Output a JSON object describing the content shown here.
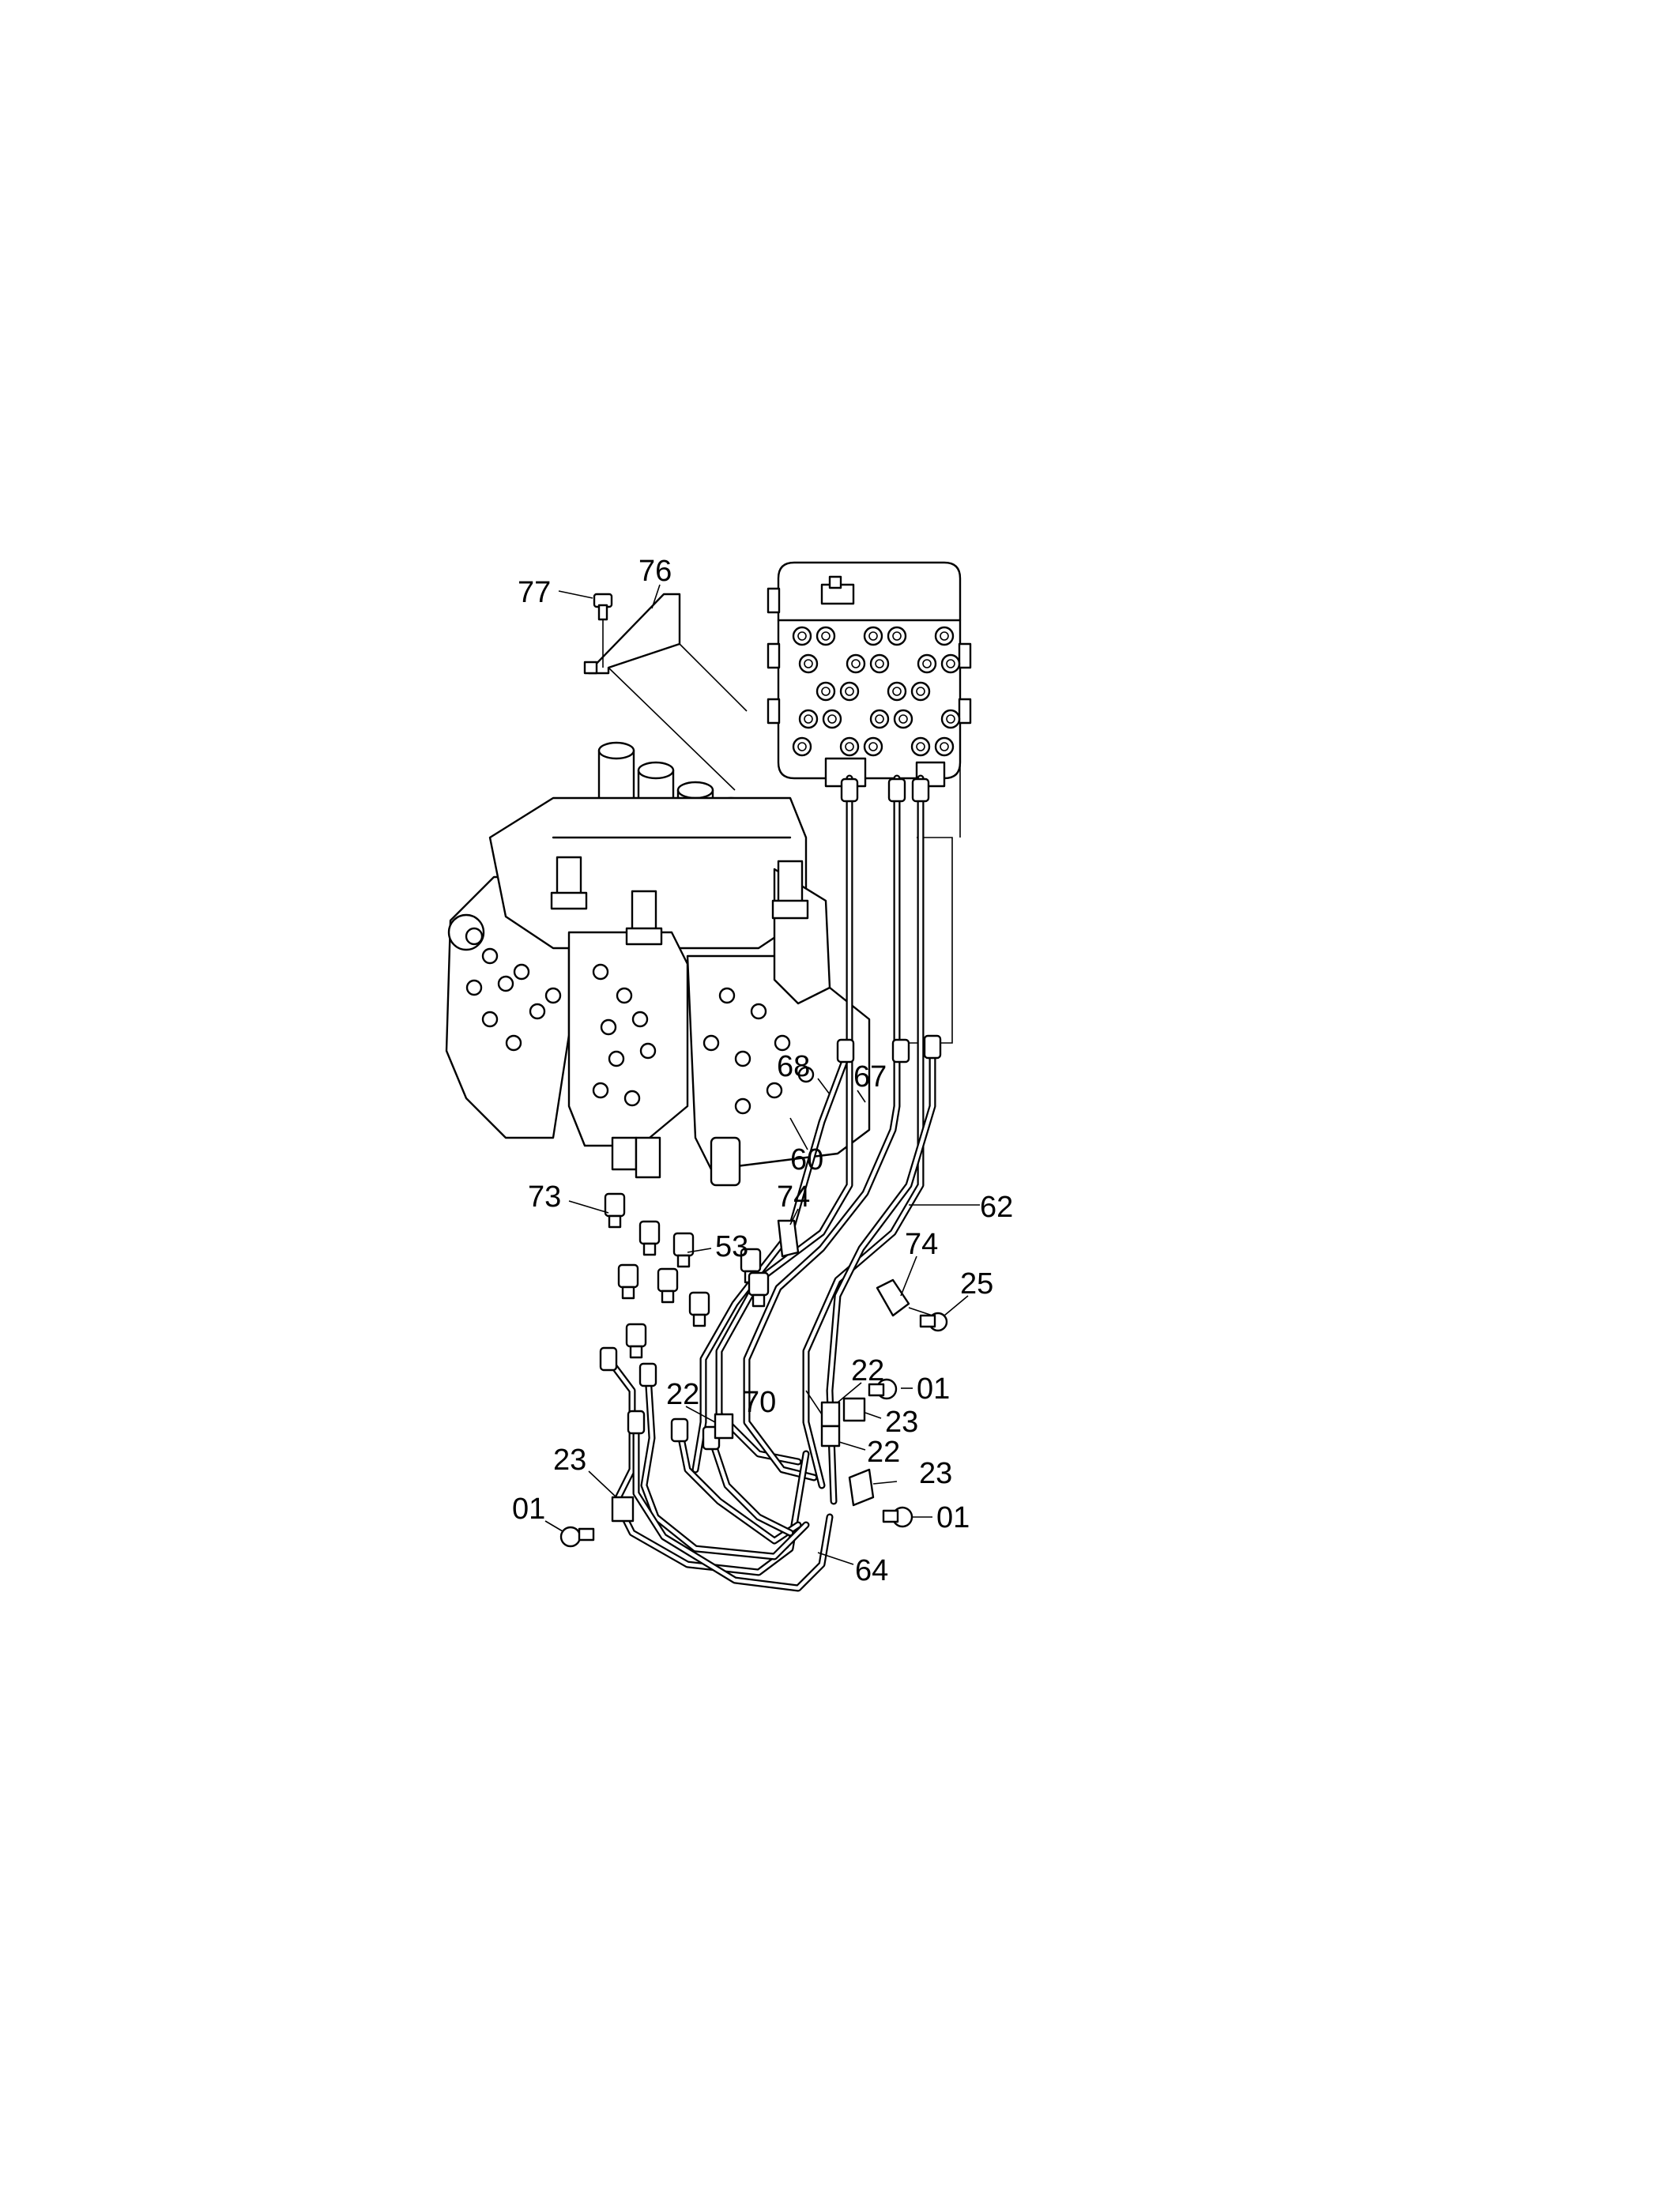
{
  "callouts": {
    "c77": "77",
    "c76": "76",
    "c68": "68",
    "c67": "67",
    "c60": "60",
    "c74a": "74",
    "c62": "62",
    "c73": "73",
    "c53": "53",
    "c74b": "74",
    "c25": "25",
    "c22a": "22",
    "c70": "70",
    "c22b": "22",
    "c01a": "01",
    "c23a": "23",
    "c22c": "22",
    "c23b": "23",
    "c01b": "01",
    "c23c": "23",
    "c01c": "01",
    "c64": "64"
  }
}
